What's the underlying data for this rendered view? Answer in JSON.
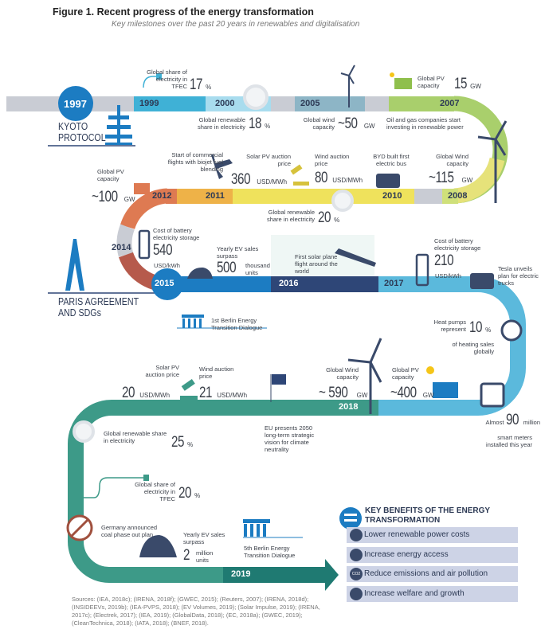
{
  "title": "Figure 1. Recent progress of the energy transformation",
  "subtitle": "Key milestones over the past 20 years in renewables and digitalisation",
  "years": {
    "y1997": "1997",
    "y1999": "1999",
    "y2000": "2000",
    "y2005": "2005",
    "y2007": "2007",
    "y2008": "2008",
    "y2010": "2010",
    "y2011": "2011",
    "y2012": "2012",
    "y2014": "2014",
    "y2015": "2015",
    "y2016": "2016",
    "y2017": "2017",
    "y2018": "2018",
    "y2019": "2019"
  },
  "landmarks": {
    "kyoto": "KYOTO PROTOCOL",
    "paris": "PARIS AGREEMENT AND SDGs"
  },
  "milestones": {
    "share1999": {
      "label": "Global share of electricity in TFEC",
      "value": "17",
      "unit": "%"
    },
    "ren2000": {
      "label": "Global renewable share in electricity",
      "value": "18",
      "unit": "%"
    },
    "wind2005": {
      "label": "Global wind capacity",
      "value": "~50",
      "unit": "GW"
    },
    "pv2007": {
      "label": "Global PV capacity",
      "value": "15",
      "unit": "GW"
    },
    "oil2007": {
      "label": "Oil and gas companies start investing in renewable power"
    },
    "wind2008": {
      "label": "Global Wind capacity",
      "value": "~115",
      "unit": "GW"
    },
    "bus2010": {
      "label": "BYD built first electric bus"
    },
    "windauction": {
      "label": "Wind auction price",
      "value": "80",
      "unit": "USD/MWh"
    },
    "pvauction": {
      "label": "Solar PV auction price",
      "value": "360",
      "unit": "USD/MWh"
    },
    "flights2011": {
      "label": "Start of commercial flights with biojet fuel blending"
    },
    "pv2012": {
      "label": "Global PV capacity",
      "value": "~100",
      "unit": "GW"
    },
    "ren20": {
      "label": "Global renewable share in electricity",
      "value": "20",
      "unit": "%"
    },
    "battery2014": {
      "label": "Cost of battery electricity storage",
      "value": "540",
      "unit": "USD/kWh"
    },
    "ev2015": {
      "label": "Yearly EV sales surpass",
      "value": "500",
      "unit": "thousand units"
    },
    "plane2016": {
      "label": "First solar plane flight around the world"
    },
    "battery2017": {
      "label": "Cost of battery electricity storage",
      "value": "210",
      "unit": "USD/kWh"
    },
    "tesla": {
      "label": "Tesla unveils plan for electric trucks"
    },
    "berlin1": {
      "label": "1st Berlin Energy Transition Dialogue"
    },
    "heatpumps": {
      "label_a": "Heat pumps represent",
      "value": "10",
      "unit": "%",
      "label_b": "of heating sales globally"
    },
    "pvauction2018": {
      "label": "Solar PV auction price",
      "value": "20",
      "unit": "USD/MWh"
    },
    "windauction2018": {
      "label": "Wind auction price",
      "value": "21",
      "unit": "USD/MWh"
    },
    "wind2018": {
      "label": "Global Wind capacity",
      "value": "~ 590",
      "unit": "GW"
    },
    "pv2018": {
      "label": "Global PV capacity",
      "value": "~400",
      "unit": "GW"
    },
    "meters": {
      "label_a": "Almost",
      "value": "90",
      "unit": "million",
      "label_b": "smart meters installed this year"
    },
    "eu2050": {
      "label": "EU presents 2050 long-term strategic vision for climate neutrality"
    },
    "ren25": {
      "label": "Global renewable share in electricity",
      "value": "25",
      "unit": "%"
    },
    "share20": {
      "label": "Global share of electricity in TFEC",
      "value": "20",
      "unit": "%"
    },
    "coal": {
      "label": "Germany announced coal phase out plan"
    },
    "ev2019": {
      "label": "Yearly EV sales surpass",
      "value": "2",
      "unit": "million units"
    },
    "berlin5": {
      "label": "5th Berlin Energy Transition Dialogue"
    }
  },
  "benefits": {
    "heading": "KEY BENEFITS OF THE ENERGY TRANSFORMATION",
    "items": [
      "Lower renewable power costs",
      "Increase energy access",
      "Reduce emissions and air pollution",
      "Increase welfare and growth"
    ],
    "co2": "CO2"
  },
  "sources": "Sources: (IEA, 2018c); (IRENA, 2018f); (GWEC, 2015); (Reuters, 2007); (IRENA, 2018d); (INSIDEEVs, 2019b); (IEA-PVPS, 2018); (EV Volumes, 2019); (Solar Impulse, 2019); (IRENA, 2017c); (Electrek, 2017); (IEA, 2019); (GlobalData, 2018); (EC, 2018a); (GWEC, 2019); (CleanTechnica, 2018); (IATA, 2018); (BNEF, 2018).",
  "colors": {
    "gray": "#c9ccd4",
    "blue1999": "#3fb1d6",
    "lightblue2000": "#a8dcee",
    "blue2005": "#8db5c6",
    "green": "#a9cf6c",
    "yellow": "#efe25c",
    "orange": "#eeb248",
    "red": "#de7a52",
    "brown": "#b65a4c",
    "blue2015": "#1c7cc2",
    "navy": "#2e4677",
    "sky": "#5bb9dc",
    "teal": "#3d9a88",
    "darkteal": "#1f7a72"
  }
}
